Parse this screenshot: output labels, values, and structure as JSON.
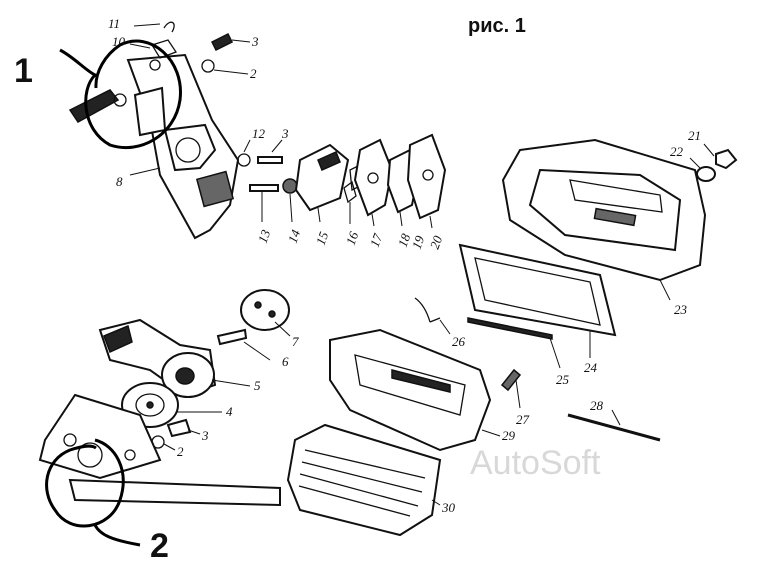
{
  "figure": {
    "title": "рис. 1",
    "watermark": "AutoSoft",
    "callouts": [
      "1",
      "2"
    ],
    "part_labels": {
      "p2a": "2",
      "p2b": "2",
      "p3a": "3",
      "p3b": "3",
      "p3c": "3",
      "p4": "4",
      "p5": "5",
      "p6": "6",
      "p7": "7",
      "p8": "8",
      "p10": "10",
      "p11": "11",
      "p12": "12",
      "p13": "13",
      "p14": "14",
      "p15": "15",
      "p16": "16",
      "p17": "17",
      "p18": "18",
      "p19": "19",
      "p20": "20",
      "p21": "21",
      "p22": "22",
      "p23": "23",
      "p24": "24",
      "p25": "25",
      "p26": "26",
      "p27": "27",
      "p28": "28",
      "p29": "29",
      "p30": "30"
    }
  }
}
